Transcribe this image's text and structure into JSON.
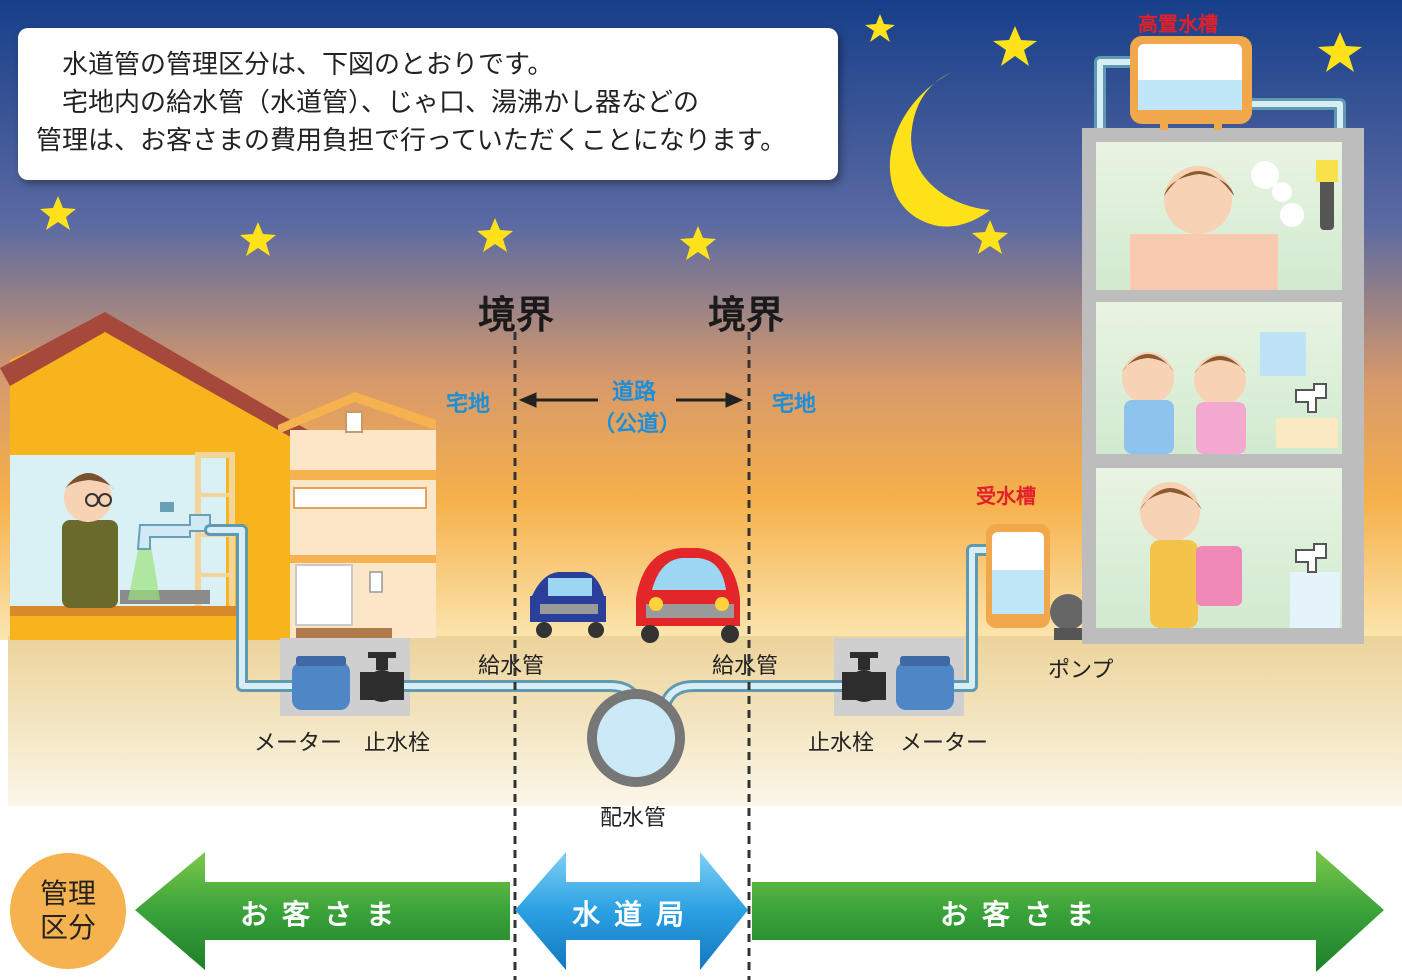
{
  "intro": {
    "line1": "水道管の管理区分は、下図のとおりです。",
    "line2": "宅地内の給水管（水道管）、じゃ口、湯沸かし器などの",
    "line3": "管理は、お客さまの費用負担で行っていただくことになります。"
  },
  "boundaries": {
    "left": "境界",
    "right": "境界"
  },
  "zones": {
    "left_lot": "宅地",
    "road": "道路",
    "road_sub": "（公道）",
    "right_lot": "宅地"
  },
  "tanks": {
    "receiving": "受水槽",
    "elevated": "高置水槽"
  },
  "labels": {
    "supply_pipe_left": "給水管",
    "supply_pipe_right": "給水管",
    "meter_left": "メーター",
    "stopcock_left": "止水栓",
    "stopcock_right": "止水栓",
    "meter_right": "メーター",
    "distribution_main": "配水管",
    "pump": "ポンプ"
  },
  "management": {
    "badge": "管理\n区分",
    "left": "お客さま",
    "center": "水道局",
    "right": "お客さま"
  },
  "colors": {
    "sky_top": "#173f8a",
    "sky_bottom": "#f4a83c",
    "customer_arrow": "#2e9a2a",
    "waterworks_arrow": "#1f95de",
    "badge": "#f5b24f",
    "zone_label": "#1e8fd6",
    "tank_label": "#e0202a"
  }
}
